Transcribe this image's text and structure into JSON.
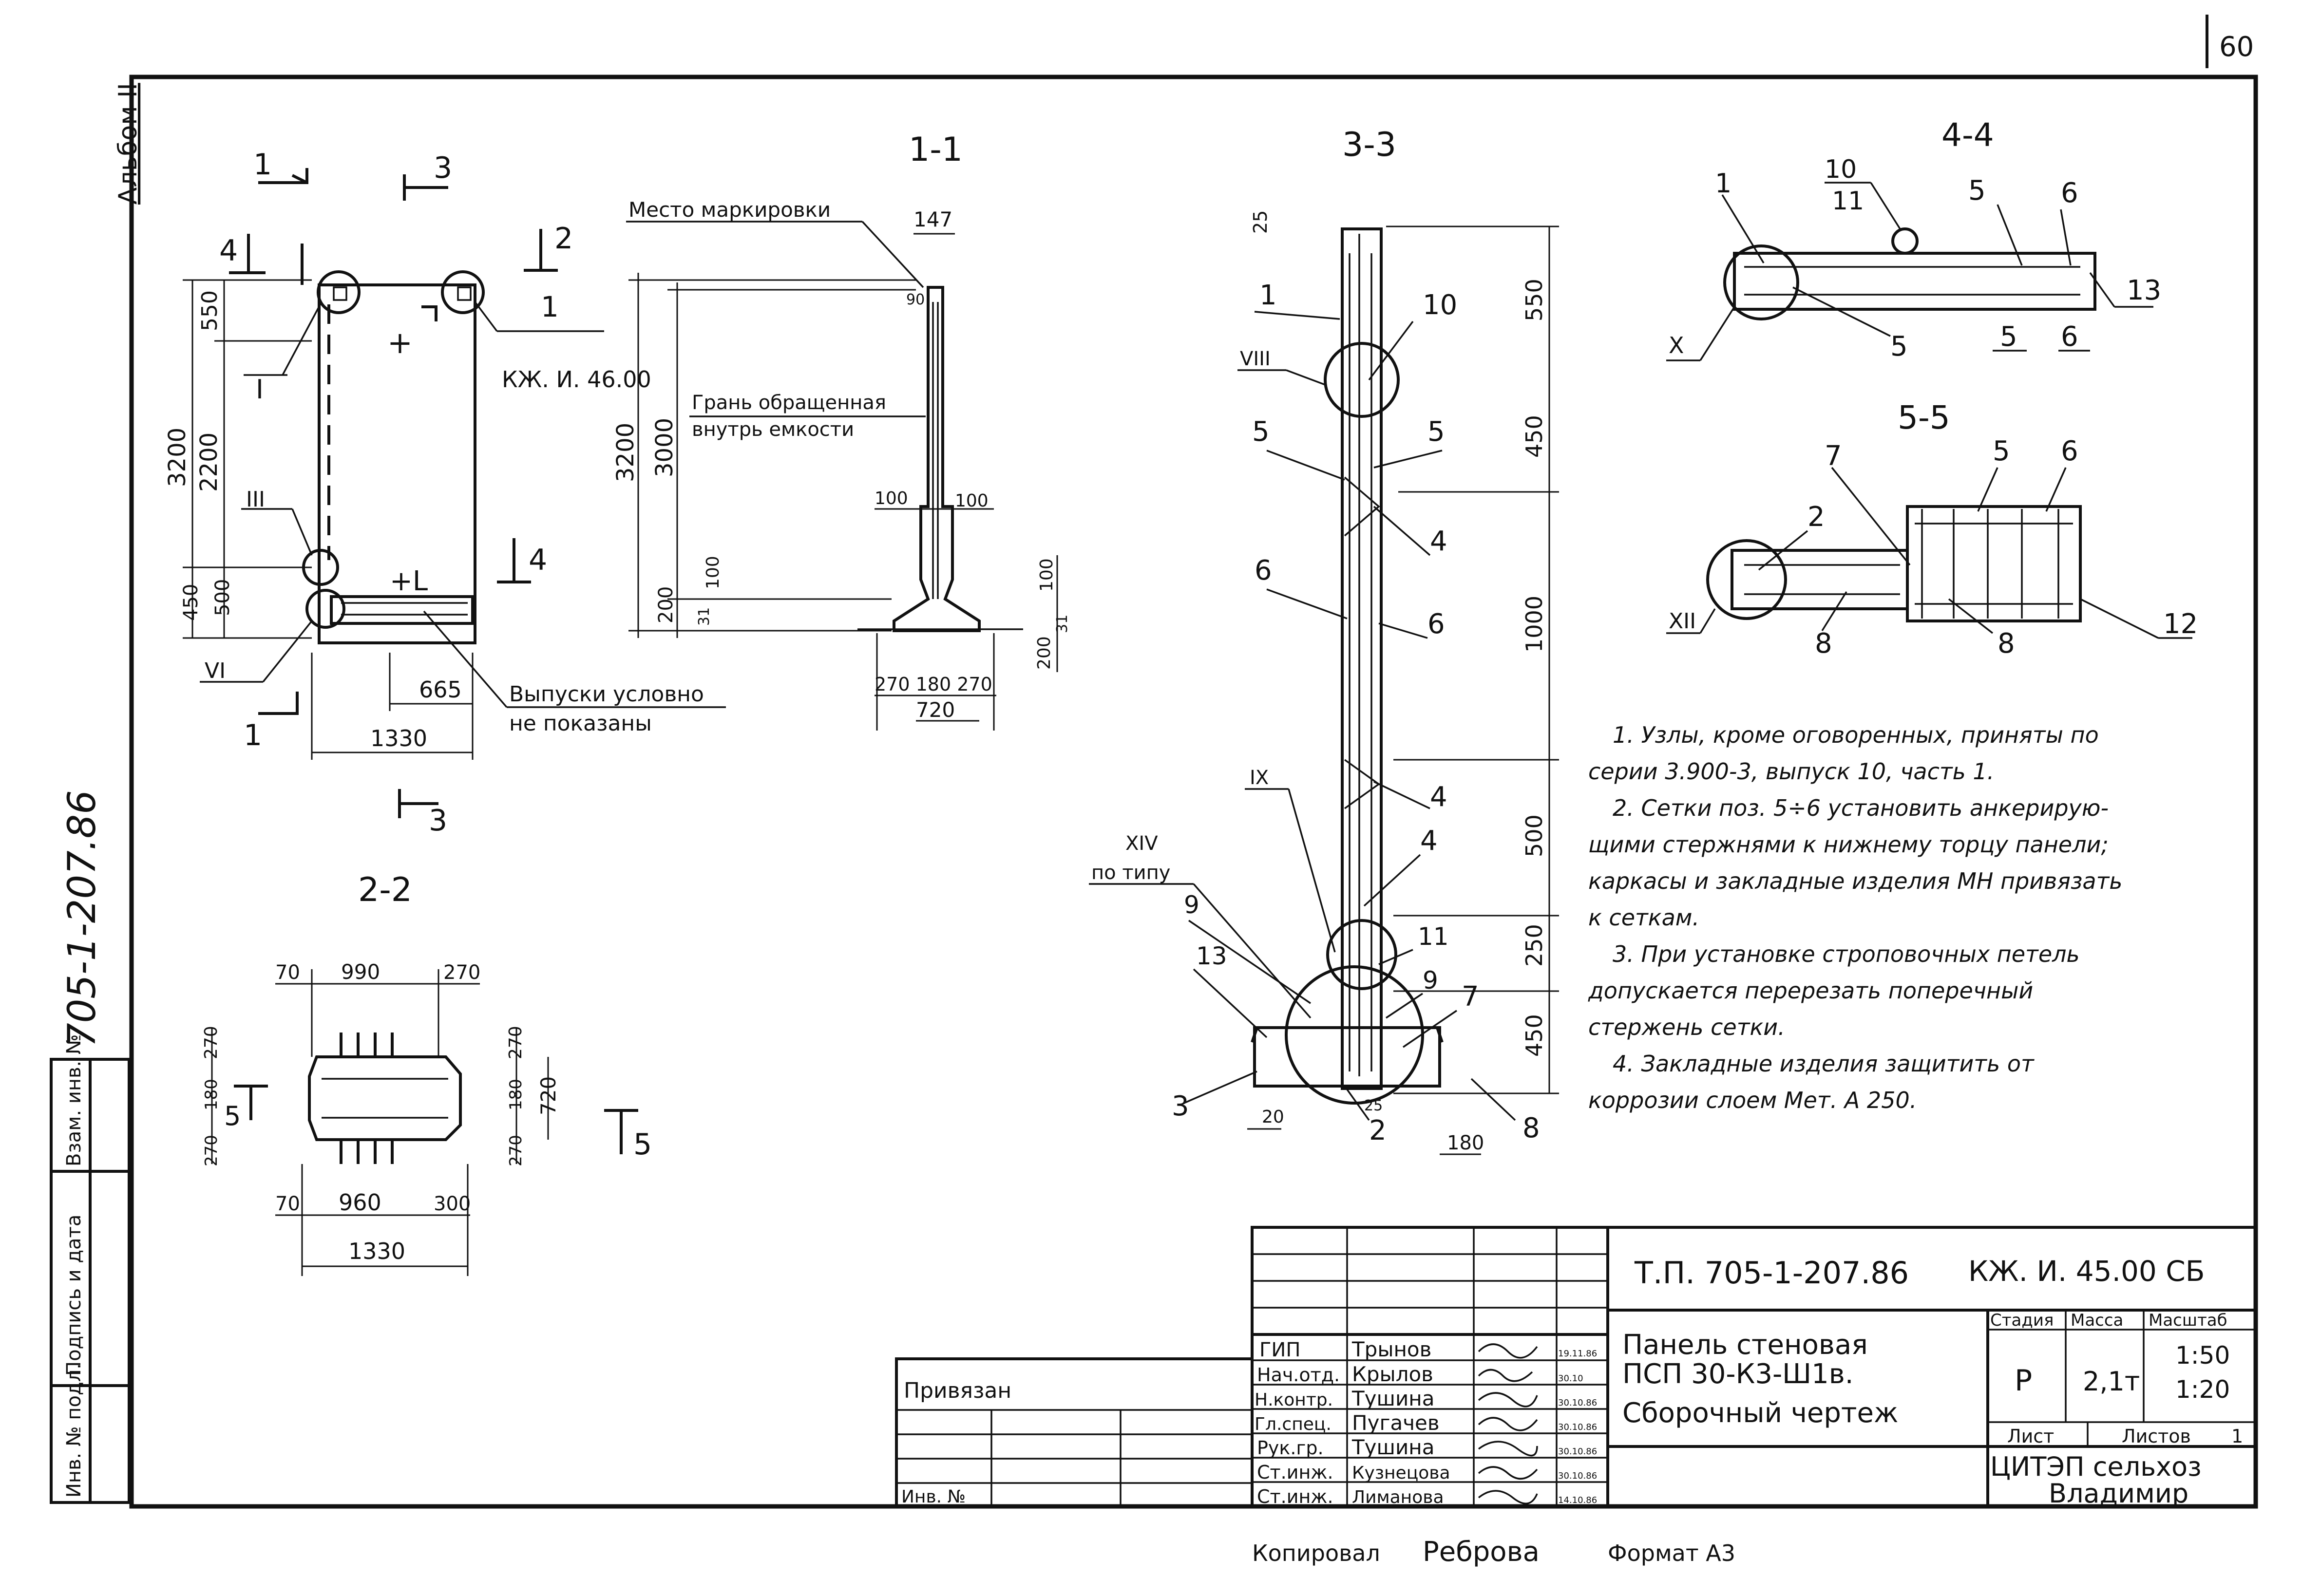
{
  "page_number": "60",
  "album": "Альбом II",
  "series_side": "705-1-207.86",
  "left_stamp": [
    "Инв. № подл.",
    "Подпись и дата",
    "Взам. инв. №"
  ],
  "views": {
    "elevation": {
      "sec_1": "1",
      "sec_2": "2",
      "sec_3": "3",
      "sec_4": "4",
      "node_I": "I",
      "node_III": "III",
      "node_VI": "VI",
      "ref": "КЖ. И. 46.00",
      "ref_num": "1",
      "plus": "+",
      "plusL": "+L",
      "d3200": "3200",
      "d2200": "2200",
      "d550": "550",
      "d450": "450",
      "d500": "500",
      "d665": "665",
      "d1330": "1330",
      "note": "Выпуски условно",
      "note2": "не показаны"
    },
    "s11": {
      "title": "1-1",
      "mark": "Место маркировки",
      "d147": "147",
      "d90": "90",
      "face": "Грань обращенная",
      "face2": "внутрь емкости",
      "d3200": "3200",
      "d3000": "3000",
      "d200": "200",
      "d100": "100",
      "d31": "31",
      "d100a": "100",
      "d100b": "100",
      "d100c": "100",
      "d200b": "200",
      "d31b": "31",
      "bottom": "270 180 270",
      "d720": "720"
    },
    "s22": {
      "title": "2-2",
      "d70": "70",
      "d990": "990",
      "d270": "270",
      "d270a": "270",
      "d180a": "180",
      "d270b": "270",
      "d270c": "270",
      "d180b": "180",
      "d270d": "270",
      "d720": "720",
      "sec5": "5",
      "sec5b": "5",
      "d70b": "70",
      "d960": "960",
      "d300": "300",
      "d1330": "1330"
    },
    "s33": {
      "title": "3-3",
      "d25": "25",
      "d550": "550",
      "d450": "450",
      "d1000": "1000",
      "d500": "500",
      "d250": "250",
      "d450b": "450",
      "d20": "20",
      "d25b": "25",
      "d180": "180",
      "p1": "1",
      "p10": "10",
      "p5": "5",
      "p5b": "5",
      "p4": "4",
      "p6": "6",
      "p6b": "6",
      "p4b": "4",
      "p4c": "4",
      "p11": "11",
      "p9": "9",
      "p9b": "9",
      "p13": "13",
      "p7": "7",
      "p3": "3",
      "p2": "2",
      "p8": "8",
      "nVIII": "VIII",
      "nIX": "IX",
      "nXIV": "XIV",
      "by_type": "по типу"
    },
    "s44": {
      "title": "4-4",
      "p1": "1",
      "p10": "10",
      "p11": "11",
      "p5": "5",
      "p6": "6",
      "p13": "13",
      "p5b": "5",
      "p5c": "5",
      "p6b": "6",
      "nX": "X"
    },
    "s55": {
      "title": "5-5",
      "p7": "7",
      "p5": "5",
      "p6": "6",
      "p2": "2",
      "p8": "8",
      "p8b": "8",
      "p12": "12",
      "nXII": "XII"
    }
  },
  "notes": [
    "1. Узлы, кроме оговоренных, приняты по",
    "серии 3.900-3, выпуск 10, часть 1.",
    "2. Сетки поз. 5÷6 установить анкерирую-",
    "щими стержнями к нижнему торцу панели;",
    "каркасы и закладные изделия МН привязать",
    "к сеткам.",
    "3. При установке строповочных петель",
    "допускается перерезать поперечный",
    "стержень сетки.",
    "4. Закладные изделия защитить от",
    "коррозии слоем Мет. А 250."
  ],
  "title_block": {
    "project_code": "Т.П. 705-1-207.86",
    "doc_code": "КЖ. И. 45.00 СБ",
    "name_l1": "Панель стеновая",
    "name_l2": "ПСП 30-К3-Ш1в.",
    "name_l3": "Сборочный чертеж",
    "stage_h": "Стадия",
    "mass_h": "Масса",
    "scale_h": "Масштаб",
    "stage": "Р",
    "mass": "2,1т",
    "scale1": "1:50",
    "scale2": "1:20",
    "sheet_h": "Лист",
    "sheets_h": "Листов",
    "sheets": "1",
    "org1": "ЦИТЭП сельхоз",
    "org2": "Владимир",
    "privyazan": "Привязан",
    "inv": "Инв. №",
    "signers": [
      {
        "role": "ГИП",
        "name": "Трынов",
        "date": "19.11.86"
      },
      {
        "role": "Нач.отд.",
        "name": "Крылов",
        "date": "30.10"
      },
      {
        "role": "Н.контр.",
        "name": "Тушина",
        "date": "30.10.86"
      },
      {
        "role": "Гл.спец.",
        "name": "Пугачев",
        "date": "30.10.86"
      },
      {
        "role": "Рук.гр.",
        "name": "Тушина",
        "date": "30.10.86"
      },
      {
        "role": "Ст.инж.",
        "name": "Кузнецова",
        "date": "30.10.86"
      },
      {
        "role": "Ст.инж.",
        "name": "Лиманова",
        "date": "14.10.86"
      }
    ]
  },
  "footer": {
    "copied_label": "Копировал",
    "copied_name": "Реброва",
    "format": "Формат А3"
  }
}
